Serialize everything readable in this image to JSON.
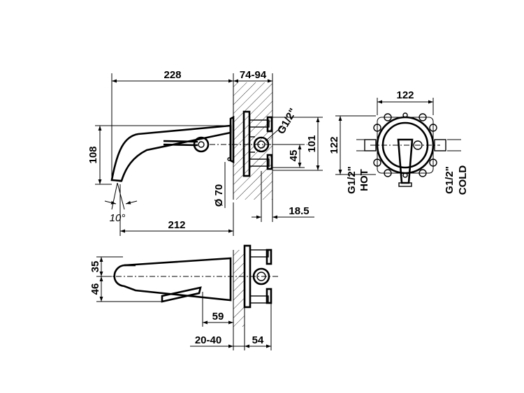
{
  "dimensions": {
    "spout_length": "228",
    "wall_depth_range": "74-94",
    "height_total": "108",
    "thread_size": "G1/2\"",
    "connection_height": "101",
    "center_offset": "45",
    "rosette_diameter": "Ø 70",
    "spout_reach": "212",
    "depth_min": "18.5",
    "angle": "10°",
    "box_width": "122",
    "box_height": "122",
    "top_offset": "35",
    "bottom_offset": "46",
    "lever_offset": "59",
    "plaster_range": "20-40",
    "box_depth": "54"
  },
  "labels": {
    "hot_thread": "G1/2\"",
    "hot": "HOT",
    "cold_thread": "G1/2\"",
    "cold": "COLD"
  }
}
